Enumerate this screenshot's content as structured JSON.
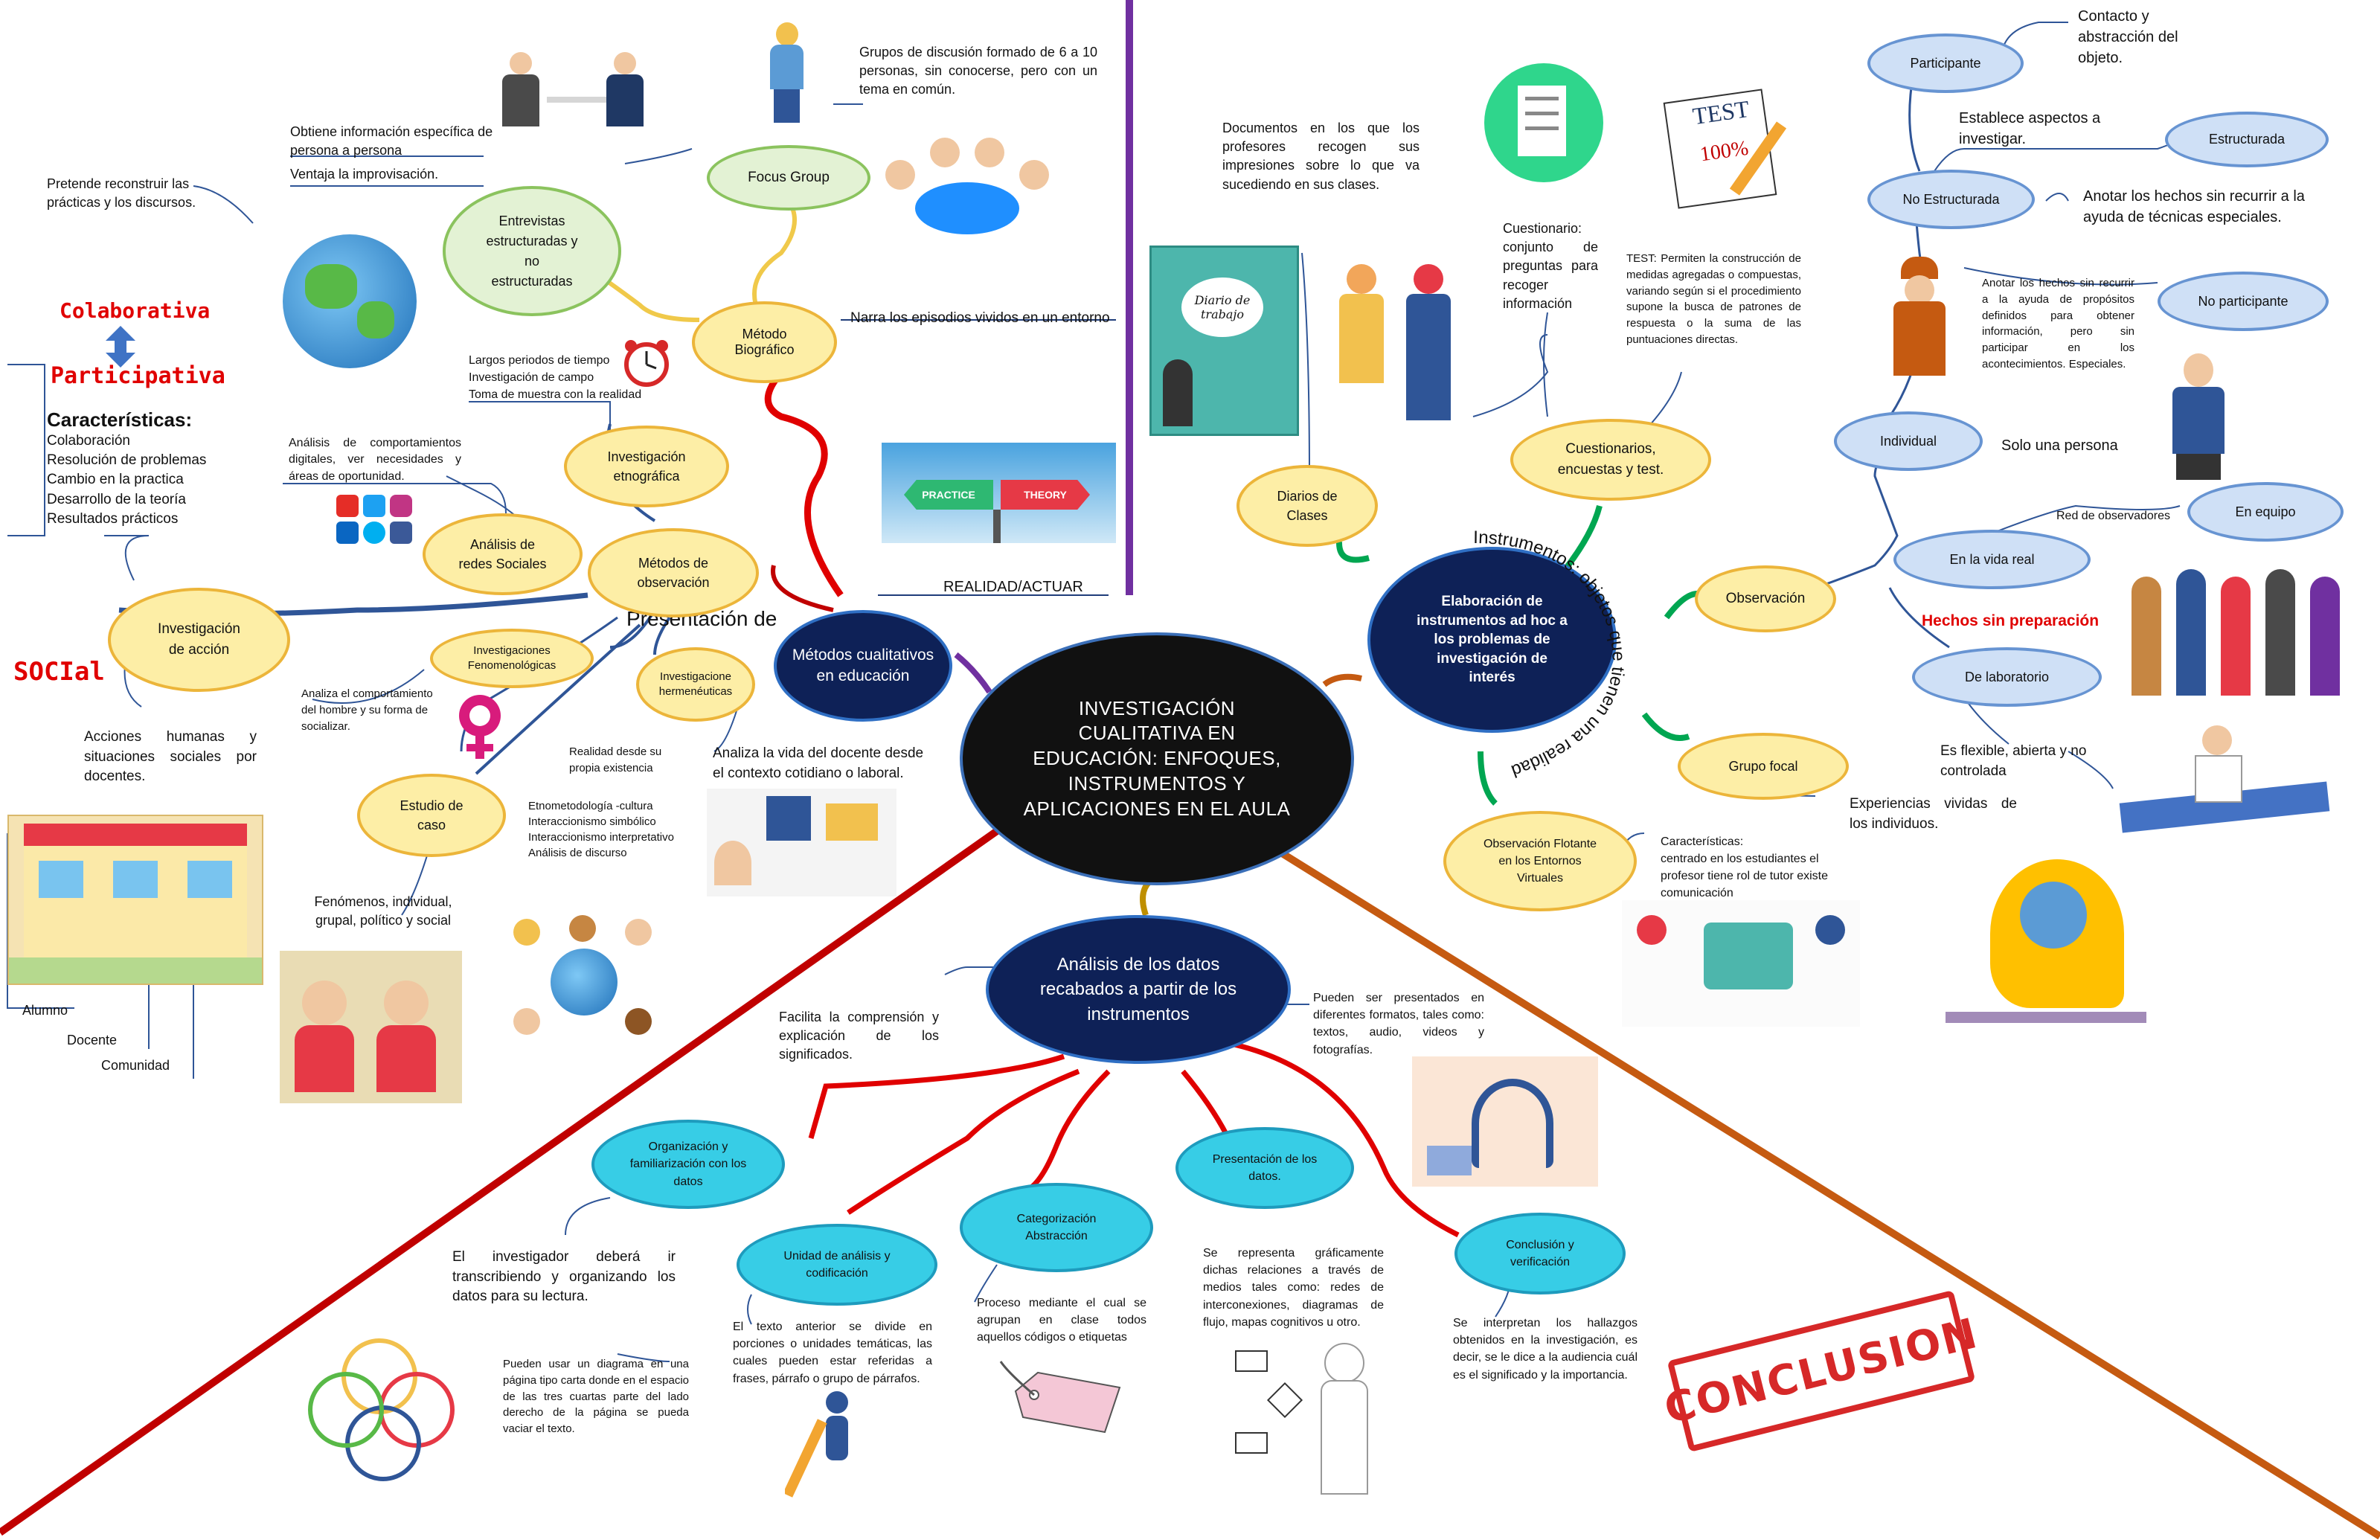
{
  "center": "INVESTIGACIÓN CUALITATIVA EN EDUCACIÓN: ENFOQUES, INSTRUMENTOS Y APLICACIONES EN EL AULA",
  "left": {
    "metodos_cualitativos": "Métodos cualitativos en educación",
    "realidad_actuar": "REALIDAD/ACTUAR",
    "presentacion": "Presentación de",
    "metodo_biografico": "Método Biográfico",
    "narra": "Narra los episodios vividos en un entorno",
    "focus_group": "Focus Group",
    "focus_desc": "Grupos de discusión formado de 6 a 10 personas, sin conocerse, pero con un tema en común.",
    "entrevistas": "Entrevistas estructuradas y no estructuradas",
    "entrevistas_desc1": "Obtiene información específica de persona a persona",
    "entrevistas_desc2": "Ventaja la improvisación.",
    "pretende": "Pretende reconstruir las prácticas y los discursos.",
    "colaborativa": "Colaborativa",
    "participativa": "Participativa",
    "caracteristicas_title": "Características:",
    "caracteristicas": [
      "Colaboración",
      "Resolución de problemas",
      "Cambio en la practica",
      "Desarrollo de la teoría",
      "Resultados prácticos"
    ],
    "social": "SOCIal",
    "inv_accion": "Investigación de acción",
    "acciones": "Acciones humanas y situaciones sociales por docentes.",
    "alumno": "Alumno",
    "docente": "Docente",
    "comunidad": "Comunidad",
    "inv_etno": "Investigación etnográfica",
    "etno_desc": [
      "Largos periodos de tiempo",
      "Investigación de campo",
      "Toma de muestra con la realidad"
    ],
    "analisis_redes": "Análisis de redes Sociales",
    "redes_desc": "Análisis de comportamientos digitales, ver necesidades y áreas de oportunidad.",
    "metodos_obs": "Métodos de observación",
    "inv_fenom": "Investigaciones Fenomenológicas",
    "fenom_desc": "Analiza el comportamiento del hombre y su forma de socializar.",
    "inv_herm": "Investigacione hermenéuticas",
    "herm_desc": "Realidad desde su propia existencia",
    "herm_list": [
      "Etnometodología -cultura",
      "Interaccionismo simbólico",
      "Interaccionismo interpretativo",
      "Análisis de discurso"
    ],
    "estudio_caso": "Estudio de caso",
    "caso_desc": "Fenómenos, individual, grupal, político y social",
    "analiza_vida": "Analiza la vida del docente desde el contexto cotidiano o laboral.",
    "practice": "PRACTICE",
    "theory": "THEORY"
  },
  "right": {
    "elaboracion": "Elaboración de instrumentos ad hoc a los problemas de investigación de interés",
    "arc_text": "Instrumentos: objetos que tienen una realidad física",
    "diarios": "Diarios de Clases",
    "diarios_desc": "Documentos en los que los profesores recogen sus impresiones sobre lo que va sucediendo en sus clases.",
    "diario_cover": "Diario de trabajo",
    "cuestionarios": "Cuestionarios, encuestas y test.",
    "cuest_desc": "Cuestionario: conjunto de preguntas para recoger información",
    "test_desc": "TEST: Permiten la construcción de medidas agregadas o compuestas, variando según si el procedimiento supone la busca de patrones de respuesta o la suma de las puntuaciones directas.",
    "test_label": "TEST",
    "test_score": "100%",
    "observacion": "Observación",
    "participante": "Participante",
    "contacto": "Contacto y abstracción del objeto.",
    "establece": "Establece aspectos a investigar.",
    "estructurada": "Estructurada",
    "no_estructurada": "No Estructurada",
    "anotar_sin": "Anotar los hechos sin recurrir a la ayuda de técnicas especiales.",
    "anotar_desc": "Anotar los hechos sin recurrir a la ayuda de propósitos definidos para obtener información, pero sin participar en los acontecimientos. Especiales.",
    "no_participante": "No participante",
    "individual": "Individual",
    "solo_persona": "Solo una persona",
    "en_equipo": "En equipo",
    "red_obs": "Red de observadores",
    "vida_real": "En la vida real",
    "hechos_sin": "Hechos sin preparación",
    "laboratorio": "De laboratorio",
    "flexible": "Es flexible, abierta y no controlada",
    "grupo_focal": "Grupo focal",
    "experiencias": "Experiencias vividas de los individuos.",
    "obs_flotante": "Observación Flotante en los Entornos Virtuales",
    "flot_title": "Características:",
    "flot_desc": "centrado en los estudiantes el profesor tiene rol de tutor existe comunicación"
  },
  "bottom": {
    "analisis": "Análisis de los datos recabados a partir de los instrumentos",
    "facilita": "Facilita la comprensión y explicación de los significados.",
    "pueden_ser": "Pueden ser presentados en diferentes formatos, tales como: textos, audio, videos y fotografías.",
    "organizacion": "Organización y familiarización con los datos",
    "org_desc": "El investigador deberá ir transcribiendo y organizando los datos para su lectura.",
    "diagrama_desc": "Pueden usar un diagrama en una página tipo carta donde en el espacio de las tres cuartas parte del lado derecho de la página se pueda vaciar el texto.",
    "unidad": "Unidad de análisis y codificación",
    "unidad_desc": "El texto anterior se divide en porciones o unidades temáticas, las cuales pueden estar referidas a frases, párrafo o grupo de párrafos.",
    "categorizacion": "Categorización Abstracción",
    "cat_desc": "Proceso mediante el cual se agrupan en clase todos aquellos códigos o etiquetas",
    "presentacion": "Presentación de los datos.",
    "pres_desc": "Se representa gráficamente dichas relaciones a través de medios tales como: redes de interconexiones, diagramas de flujo, mapas cognitivos u otro.",
    "conclusion": "Conclusión y verificación",
    "conc_desc": "Se interpretan los hallazgos obtenidos en la investigación, es decir, se le dice a la audiencia cuál es el significado y la importancia.",
    "stamp": "CONCLUSION"
  },
  "colors": {
    "navy": "#0e2157",
    "yellow": "#fdeea6",
    "cyan": "#37cde6",
    "blue_node": "#cfe0f6",
    "red": "#c00000",
    "purple": "#7030a0",
    "orange": "#c55a11"
  }
}
